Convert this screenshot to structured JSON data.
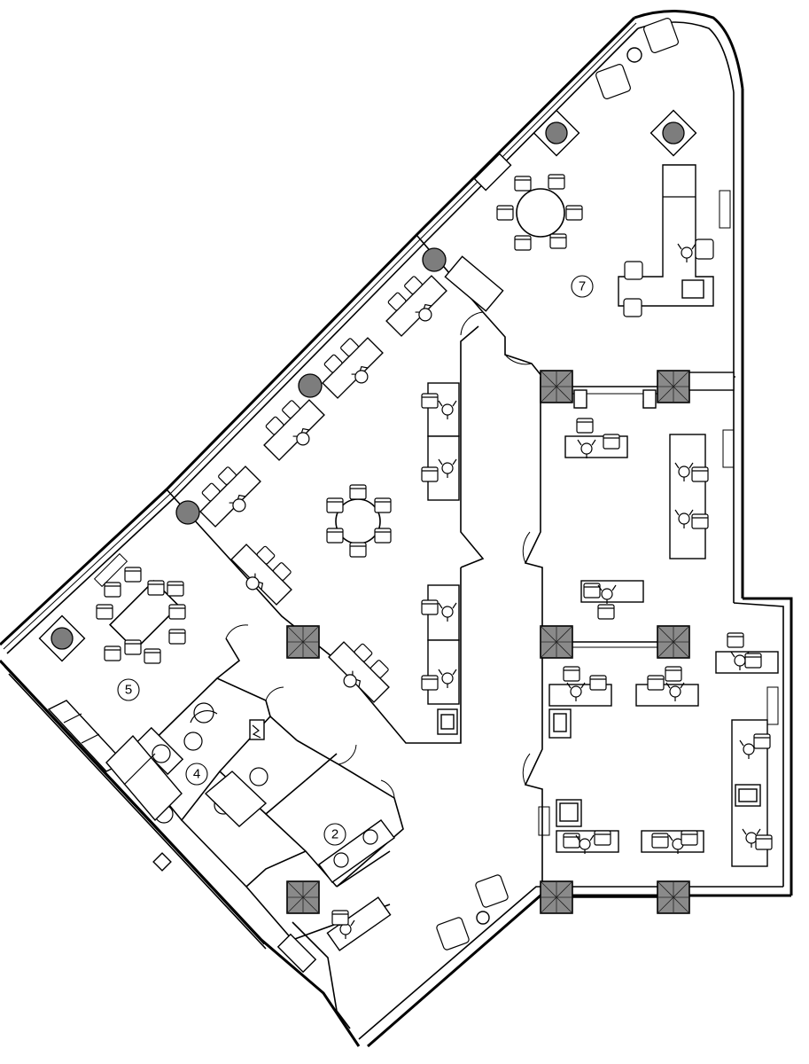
{
  "floorplan": {
    "room_labels": [
      {
        "id": "room-2",
        "label": "2"
      },
      {
        "id": "room-4",
        "label": "4"
      },
      {
        "id": "room-5",
        "label": "5"
      },
      {
        "id": "room-7",
        "label": "7"
      }
    ]
  }
}
